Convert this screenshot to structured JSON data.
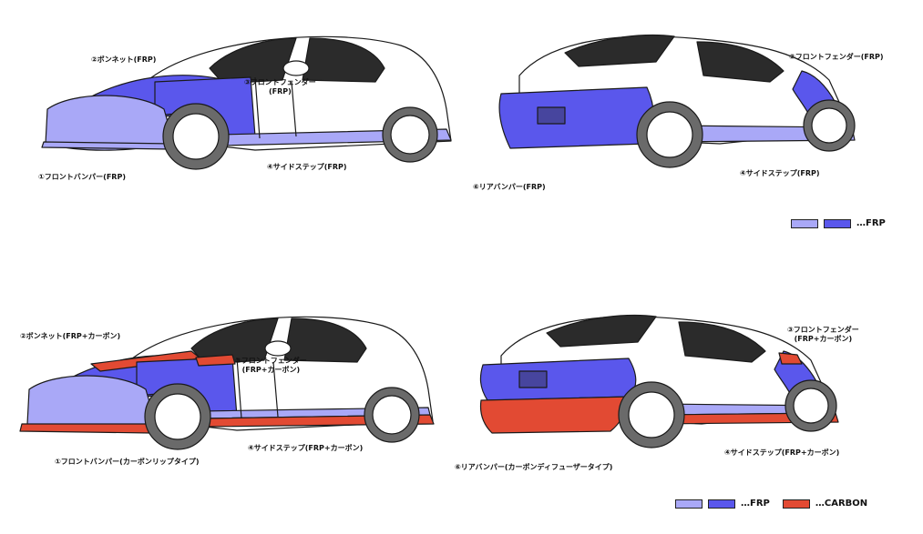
{
  "colors": {
    "frp_light": "#a9a8f7",
    "frp_dark": "#5a57ec",
    "carbon": "#e24a33",
    "body_white": "#ffffff",
    "glass": "#2b2b2b",
    "outline": "#1a1a1a",
    "tire": "#6a6a6a"
  },
  "panels": {
    "top_left": {
      "label_bonnet": "②ボンネット(FRP)",
      "label_fender": "③フロントフェンダー\n(FRP)",
      "label_front_bumper": "①フロントバンパー(FRP)",
      "label_side_step": "④サイドステップ(FRP)"
    },
    "top_right": {
      "label_fender": "③フロントフェンダー(FRP)",
      "label_rear_bumper": "⑥リアバンパー(FRP)",
      "label_side_step": "④サイドステップ(FRP)"
    },
    "bottom_left": {
      "label_bonnet": "②ボンネット(FRP+カーボン)",
      "label_fender": "③フロントフェンダー\n(FRP+カーボン)",
      "label_front_bumper": "①フロントバンパー(カーボンリップタイプ)",
      "label_side_step": "④サイドステップ(FRP+カーボン)"
    },
    "bottom_right": {
      "label_fender": "③フロントフェンダー\n(FRP+カーボン)",
      "label_rear_bumper": "⑥リアバンパー(カーボンディフューザータイプ)",
      "label_side_step": "④サイドステップ(FRP+カーボン)"
    }
  },
  "legend_top": {
    "frp_label": "…FRP"
  },
  "legend_bottom": {
    "frp_label": "…FRP",
    "carbon_label": "…CARBON"
  }
}
